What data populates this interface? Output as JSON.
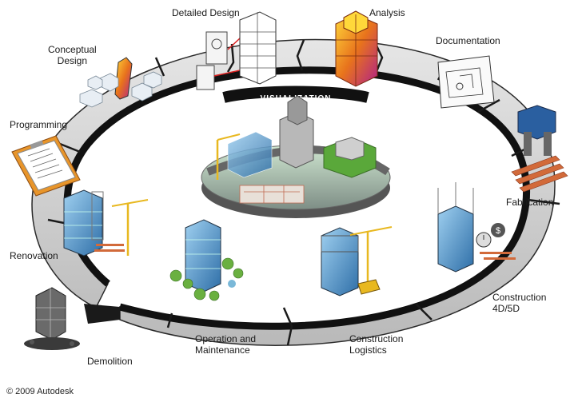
{
  "ring": {
    "center_label": "VISUALIZATION",
    "stages": [
      {
        "id": "detailed-design",
        "label": "Detailed Design"
      },
      {
        "id": "analysis",
        "label": "Analysis"
      },
      {
        "id": "conceptual-design",
        "label": "Conceptual\nDesign"
      },
      {
        "id": "documentation",
        "label": "Documentation"
      },
      {
        "id": "programming",
        "label": "Programming"
      },
      {
        "id": "fabrication",
        "label": "Fabrication"
      },
      {
        "id": "renovation",
        "label": "Renovation"
      },
      {
        "id": "construction-4d5d",
        "label": "Construction\n4D/5D"
      },
      {
        "id": "operation-maintenance",
        "label": "Operation and\nMaintenance"
      },
      {
        "id": "construction-logistics",
        "label": "Construction\nLogistics"
      },
      {
        "id": "demolition",
        "label": "Demolition"
      }
    ]
  },
  "colors": {
    "ring_fill": "#d4d4d4",
    "ring_edge": "#1a1a1a",
    "building_blue": "#4a90c8",
    "heatmap_orange": "#e8731c",
    "crane_yellow": "#e8b820",
    "timber": "#d26a3a",
    "green": "#5aa83a"
  },
  "icons": [
    "building-icon",
    "heatmap-building-icon",
    "crane-icon",
    "clipboard-icon",
    "blueprint-icon",
    "city-model-icon",
    "clock-icon",
    "dollar-icon",
    "rubble-icon",
    "tree-icon"
  ],
  "footer": {
    "copyright": "© 2009 Autodesk"
  }
}
